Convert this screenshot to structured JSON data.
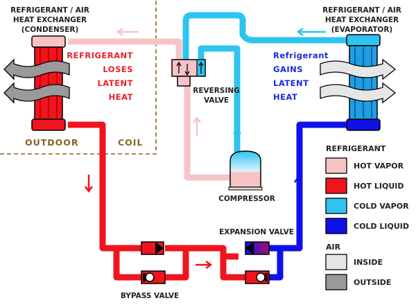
{
  "labels": {
    "condenser_line1": "REFRIGERANT / AIR",
    "condenser_line2": "HEAT EXCHANGER",
    "condenser_line3": "(CONDENSER)",
    "evaporator_line1": "REFRIGERANT / AIR",
    "evaporator_line2": "HEAT EXCHANGER",
    "evaporator_line3": "(EVAPORATOR)",
    "loses_line1": "REFRIGERANT",
    "loses_line2": "LOSES",
    "loses_line3": "LATENT",
    "loses_line4": "HEAT",
    "gains_line1": "Refrigerant",
    "gains_line2": "GAINS",
    "gains_line3": "LATENT",
    "gains_line4": "HEAT",
    "reversing_line1": "REVERSING",
    "reversing_line2": "VALVE",
    "compressor": "COMPRESSOR",
    "expansion_valve": "EXPANSION VALVE",
    "bypass_valve": "BYPASS VALVE",
    "outdoor": "OUTDOOR",
    "coil": "COIL"
  },
  "legend": {
    "refrigerant_title": "REFRIGERANT",
    "air_title": "AIR",
    "items": [
      {
        "label": "HOT VAPOR",
        "color": "#f7c4c6"
      },
      {
        "label": "HOT LIQUID",
        "color": "#f0141e"
      },
      {
        "label": "COLD VAPOR",
        "color": "#2ec4ef"
      },
      {
        "label": "COLD LIQUID",
        "color": "#1010e8"
      },
      {
        "label": "INSIDE",
        "color": "#e6e6e6"
      },
      {
        "label": "OUTSIDE",
        "color": "#9a9a9a"
      }
    ]
  },
  "colors": {
    "hot_vapor": "#f7c4c6",
    "hot_liquid": "#f0141e",
    "cold_vapor": "#2ec4ef",
    "cold_liquid": "#1010e8",
    "air_inside": "#e6e6e6",
    "air_outside": "#9a9a9a",
    "boundary": "#8a6220"
  }
}
